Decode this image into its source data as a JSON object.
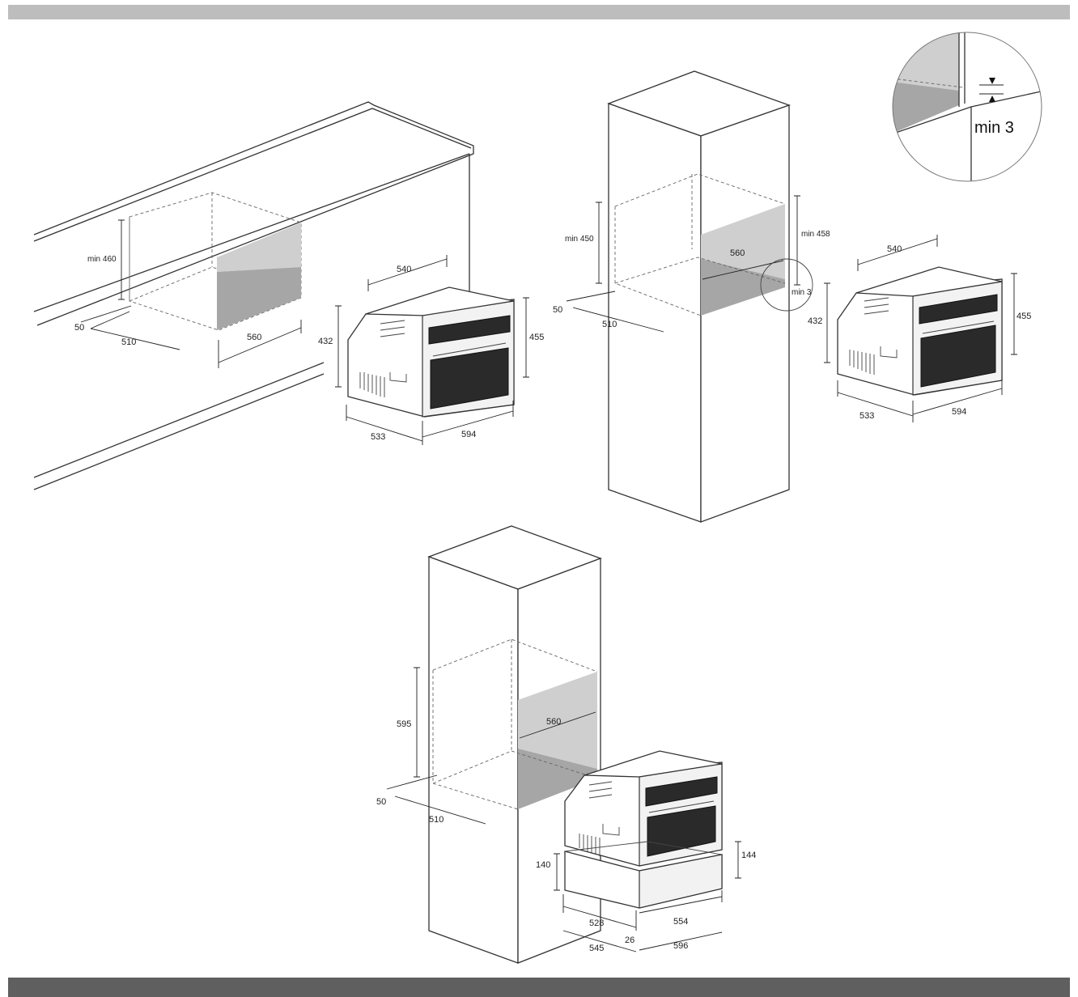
{
  "labels": {
    "a_min460": "min 460",
    "a_50": "50",
    "a_510": "510",
    "a_560": "560",
    "a_540": "540",
    "a_432": "432",
    "a_455": "455",
    "a_533": "533",
    "a_594": "594",
    "b_min450": "min 450",
    "b_min458": "min 458",
    "b_560": "560",
    "b_50": "50",
    "b_510": "510",
    "b_min3": "min 3",
    "c_540": "540",
    "c_432": "432",
    "c_455": "455",
    "c_533": "533",
    "c_594": "594",
    "detail_min3": "min 3",
    "d_595": "595",
    "d_560": "560",
    "d_50": "50",
    "d_510": "510",
    "d_140": "140",
    "d_144": "144",
    "d_528": "528",
    "d_554": "554",
    "d_26": "26",
    "d_545": "545",
    "d_596": "596"
  },
  "colors": {
    "top_band": "#bdbdbd",
    "bottom_band": "#5f5f5f",
    "cavity_dark": "#a6a6a6",
    "cavity_light": "#cfcfcf",
    "oven_glass": "#2a2a2a"
  }
}
